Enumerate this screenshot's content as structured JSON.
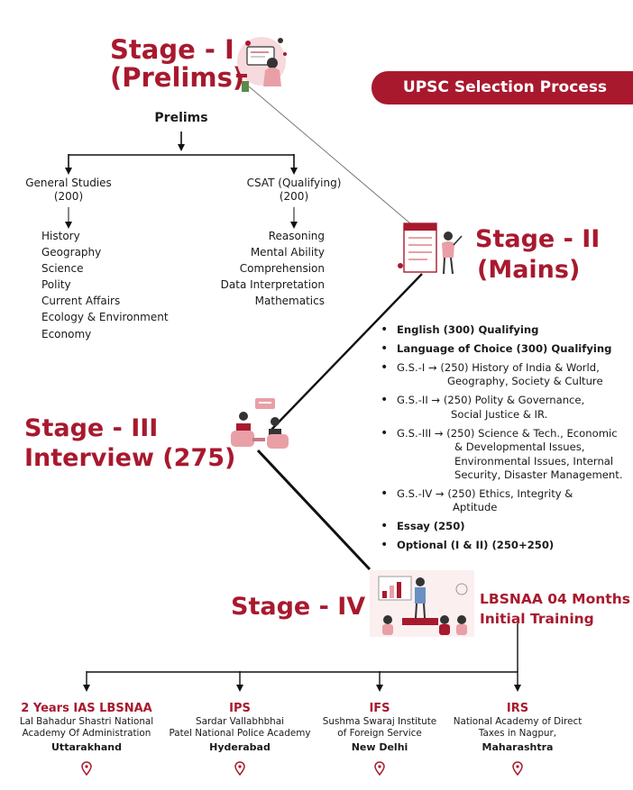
{
  "header": {
    "badge": "UPSC Selection Process"
  },
  "stage1": {
    "line1": "Stage - I",
    "line2": "(Prelims)",
    "root": "Prelims",
    "branches": [
      {
        "title": "General Studies",
        "marks": "(200)",
        "items": [
          "History",
          "Geography",
          "Science",
          "Polity",
          "Current Affairs",
          "Ecology & Environment",
          "Economy"
        ]
      },
      {
        "title": "CSAT (Qualifying)",
        "marks": "(200)",
        "items": [
          "Reasoning",
          "Mental Ability",
          "Comprehension",
          "Data Interpretation",
          "Mathematics"
        ]
      }
    ]
  },
  "stage2": {
    "line1": "Stage - II",
    "line2": "(Mains)",
    "papers": [
      [
        "English (300) Qualifying"
      ],
      [
        "Language of Choice (300) Qualifying"
      ],
      [
        "G.S.-I → (250) History of India & World,",
        "Geography, Society & Culture"
      ],
      [
        "G.S.-II → (250) Polity & Governance,",
        "Social Justice & IR."
      ],
      [
        "G.S.-III → (250) Science & Tech., Economic",
        "& Developmental Issues,",
        "Environmental Issues, Internal",
        "Security, Disaster Management."
      ],
      [
        "G.S.-IV → (250) Ethics, Integrity &",
        "Aptitude"
      ],
      [
        "Essay (250)"
      ],
      [
        "Optional (I & II) (250+250)"
      ]
    ]
  },
  "stage3": {
    "line1": "Stage - III",
    "line2": "Interview (275)"
  },
  "stage4": {
    "label": "Stage - IV",
    "training1": "LBSNAA 04 Months",
    "training2": "Initial Training"
  },
  "services": [
    {
      "title": "2 Years IAS LBSNAA",
      "line1": "Lal Bahadur Shastri National",
      "line2": "Academy Of Administration",
      "location": "Uttarakhand"
    },
    {
      "title": "IPS",
      "line1": "Sardar Vallabhbhai",
      "line2": "Patel National Police Academy",
      "location": "Hyderabad"
    },
    {
      "title": "IFS",
      "line1": "Sushma Swaraj Institute",
      "line2": "of Foreign Service",
      "location": "New Delhi"
    },
    {
      "title": "IRS",
      "line1": "National Academy of Direct",
      "line2": "Taxes in Nagpur,",
      "location": "Maharashtra"
    }
  ],
  "colors": {
    "accent": "#a8192e",
    "text": "#1a1a1a",
    "illustration_pink": "#e8a0a6"
  },
  "icons": [
    "prelims-study-illustration",
    "mains-exam-illustration",
    "interview-illustration",
    "training-classroom-illustration",
    "location-pin-icon"
  ]
}
